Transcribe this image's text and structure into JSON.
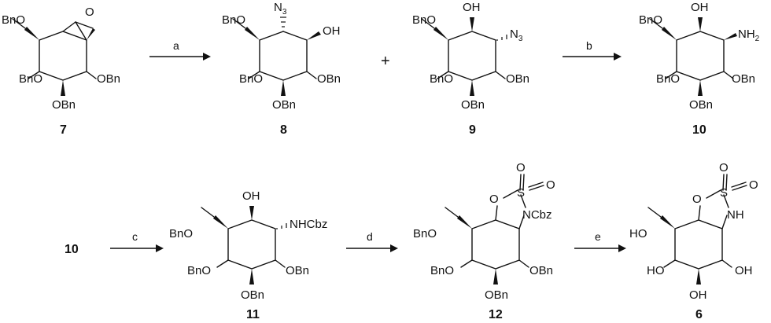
{
  "compounds": {
    "c7": "7",
    "c8": "8",
    "c9": "9",
    "c10": "10",
    "c10_start": "10",
    "c11": "11",
    "c12": "12",
    "c6": "6"
  },
  "reagents": {
    "a": "a",
    "b": "b",
    "c": "c",
    "d": "d",
    "e": "e"
  },
  "plus": "+",
  "labels": {
    "bno": "BnO",
    "obn": "OBn",
    "oh": "OH",
    "ho": "HO",
    "o": "O",
    "s": "S",
    "n": "N",
    "nh": "NH",
    "n3": "N",
    "nh2": "NH",
    "sub3": "3",
    "sub2": "2",
    "nhcbz": "NHCbz",
    "ncbz": "NCbz"
  }
}
